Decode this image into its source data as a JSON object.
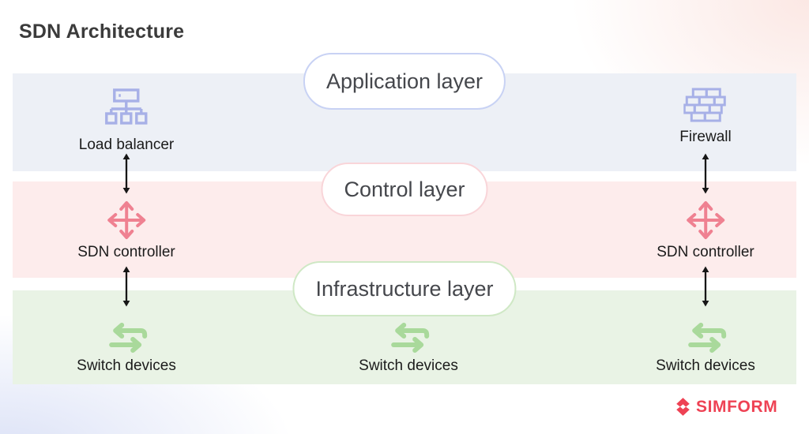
{
  "title": "SDN Architecture",
  "layers": [
    {
      "name": "Application layer",
      "band_color": "#edf0f6",
      "pill_border_color": "#c8d2f4",
      "icon_color": "#a7b0e7",
      "nodes": [
        {
          "icon": "load-balancer-icon",
          "label": "Load balancer"
        },
        {
          "icon": "firewall-icon",
          "label": "Firewall"
        }
      ]
    },
    {
      "name": "Control layer",
      "band_color": "#fdecec",
      "pill_border_color": "#f9d5d9",
      "icon_color": "#ef8191",
      "nodes": [
        {
          "icon": "sdn-controller-icon",
          "label": "SDN controller"
        },
        {
          "icon": "sdn-controller-icon",
          "label": "SDN controller"
        }
      ]
    },
    {
      "name": "Infrastructure layer",
      "band_color": "#e9f3e5",
      "pill_border_color": "#cfe8c5",
      "icon_color": "#a9d99b",
      "nodes": [
        {
          "icon": "switch-icon",
          "label": "Switch devices"
        },
        {
          "icon": "switch-icon",
          "label": "Switch devices"
        },
        {
          "icon": "switch-icon",
          "label": "Switch devices"
        }
      ]
    }
  ],
  "connectors": {
    "style": "double-headed-vertical-arrow",
    "color": "#161616"
  },
  "brand": {
    "name": "SIMFORM",
    "color": "#ee4254"
  }
}
